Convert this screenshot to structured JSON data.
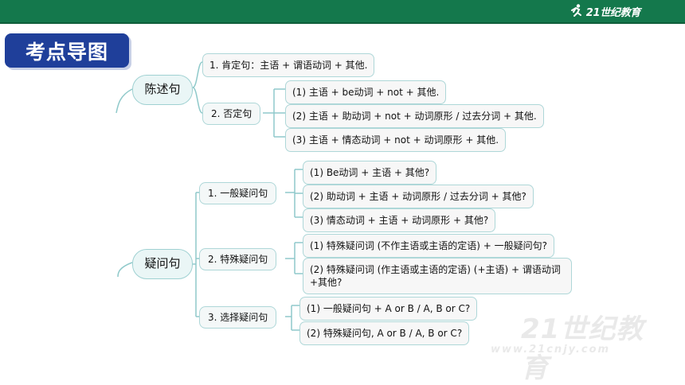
{
  "header": {
    "logo_text": "21世纪教育",
    "bar_color": "#14784c"
  },
  "title": "考点导图",
  "watermark": {
    "text": "21世纪教育",
    "url": "www.21cnjy.com"
  },
  "declarative": {
    "root": "陈述句",
    "affirmative": "1. 肯定句：主语 + 谓语动词 + 其他.",
    "negative": {
      "label": "2. 否定句",
      "items": [
        "(1) 主语 + be动词 + not + 其他.",
        "(2) 主语 + 助动词 + not + 动词原形 / 过去分词 + 其他.",
        "(3) 主语 + 情态动词 + not + 动词原形 + 其他."
      ]
    }
  },
  "interrogative": {
    "root": "疑问句",
    "general": {
      "label": "1. 一般疑问句",
      "items": [
        "(1) Be动词 + 主语 + 其他?",
        "(2) 助动词 + 主语 + 动词原形 / 过去分词 + 其他?",
        "(3) 情态动词 + 主语 + 动词原形 + 其他?"
      ]
    },
    "special": {
      "label": "2. 特殊疑问句",
      "items": [
        "(1) 特殊疑问词 (不作主语或主语的定语) + 一般疑问句?",
        "(2) 特殊疑问词 (作主语或主语的定语) (+主语) + 谓语动词+其他?"
      ]
    },
    "alternative": {
      "label": "3. 选择疑问句",
      "items": [
        "(1) 一般疑问句 + A or B / A, B or C?",
        "(2) 特殊疑问句, A or B / A, B or C?"
      ]
    }
  }
}
